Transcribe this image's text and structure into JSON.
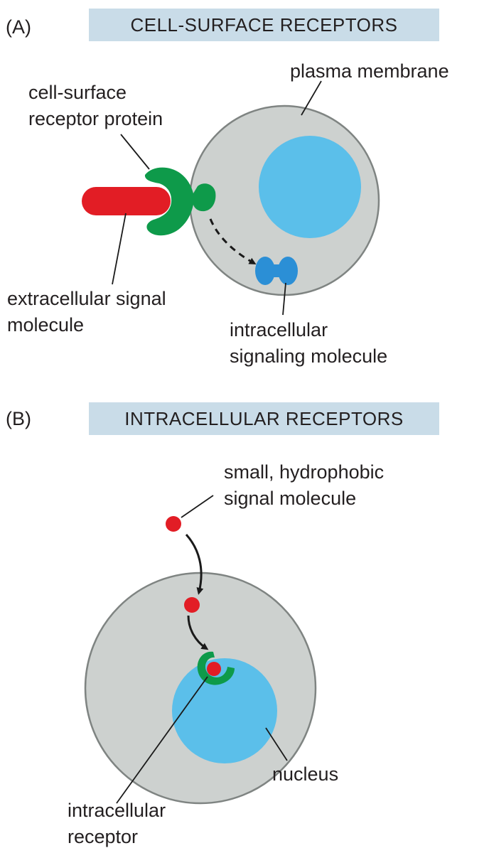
{
  "panel_a": {
    "letter": "(A)",
    "title": "CELL-SURFACE RECEPTORS",
    "labels": {
      "plasma_membrane": "plasma membrane",
      "receptor_line1": "cell-surface",
      "receptor_line2": "receptor protein",
      "signal_line1": "extracellular signal",
      "signal_line2": "molecule",
      "intra_line1": "intracellular",
      "intra_line2": "signaling molecule"
    }
  },
  "panel_b": {
    "letter": "(B)",
    "title": "INTRACELLULAR RECEPTORS",
    "labels": {
      "small_line1": "small, hydrophobic",
      "small_line2": "signal molecule",
      "nucleus": "nucleus",
      "receptor_line1": "intracellular",
      "receptor_line2": "receptor"
    }
  },
  "colors": {
    "cell": "#cdd1cf",
    "cell_outline": "#7f8482",
    "nucleus": "#5bbfea",
    "receptor": "#0e9a4a",
    "signal": "#e21d25",
    "intracellular_molecule": "#2b8fd6",
    "banner": "#c9dce8"
  }
}
